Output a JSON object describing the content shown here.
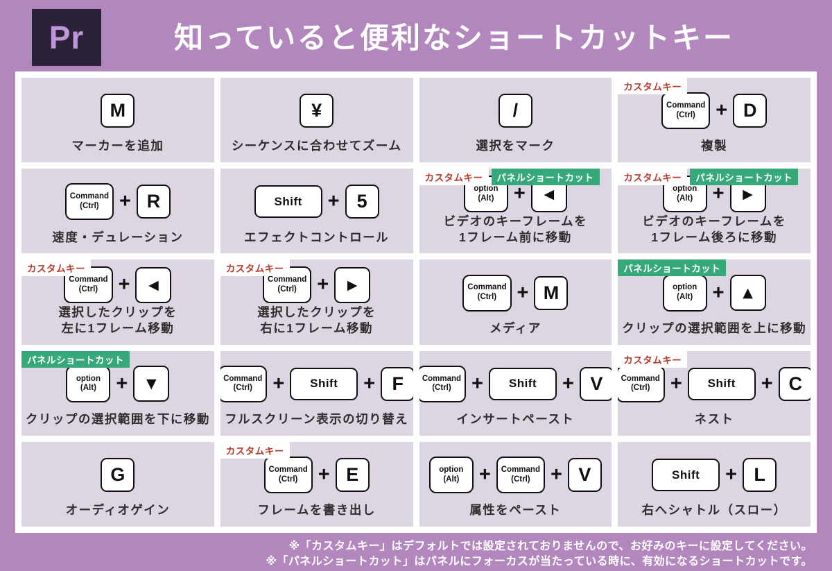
{
  "header": {
    "logo_text": "Pr",
    "title": "知っていると便利なショートカットキー"
  },
  "badges": {
    "custom": "カスタムキー",
    "panel": "パネルショートカット"
  },
  "plus": "+",
  "colors": {
    "page_background": "#b287be",
    "cell_background": "#ded5e3",
    "board_background": "#ffffff",
    "custom_badge_text": "#b5392c",
    "panel_badge_background": "#36a87a",
    "logo_background": "#2b2139",
    "logo_text": "#bd96d6"
  },
  "cells": [
    {
      "badges": [],
      "keys": [
        {
          "kind": "char",
          "text": "M"
        }
      ],
      "label": "マーカーを追加"
    },
    {
      "badges": [],
      "keys": [
        {
          "kind": "char",
          "text": "¥"
        }
      ],
      "label": "シーケンスに合わせてズーム"
    },
    {
      "badges": [],
      "keys": [
        {
          "kind": "char",
          "text": "/"
        }
      ],
      "label": "選択をマーク"
    },
    {
      "badges": [
        "custom"
      ],
      "keys": [
        {
          "kind": "mod",
          "text": "Command\n(Ctrl)"
        },
        {
          "kind": "char",
          "text": "D"
        }
      ],
      "label": "複製"
    },
    {
      "badges": [],
      "keys": [
        {
          "kind": "mod",
          "text": "Command\n(Ctrl)"
        },
        {
          "kind": "char",
          "text": "R"
        }
      ],
      "label": "速度・デュレーション"
    },
    {
      "badges": [],
      "keys": [
        {
          "kind": "wide",
          "text": "Shift"
        },
        {
          "kind": "char",
          "text": "5"
        }
      ],
      "label": "エフェクトコントロール"
    },
    {
      "badges": [
        "custom",
        "panel"
      ],
      "keys": [
        {
          "kind": "mod",
          "text": "option\n(Alt)"
        },
        {
          "kind": "arrow",
          "text": "◀"
        }
      ],
      "label": "ビデオのキーフレームを\n1フレーム前に移動"
    },
    {
      "badges": [
        "custom",
        "panel"
      ],
      "keys": [
        {
          "kind": "mod",
          "text": "option\n(Alt)"
        },
        {
          "kind": "arrow",
          "text": "▶"
        }
      ],
      "label": "ビデオのキーフレームを\n1フレーム後ろに移動"
    },
    {
      "badges": [
        "custom"
      ],
      "keys": [
        {
          "kind": "mod",
          "text": "Command\n(Ctrl)"
        },
        {
          "kind": "arrow",
          "text": "◀"
        }
      ],
      "label": "選択したクリップを\n左に1フレーム移動"
    },
    {
      "badges": [
        "custom"
      ],
      "keys": [
        {
          "kind": "mod",
          "text": "Command\n(Ctrl)"
        },
        {
          "kind": "arrow",
          "text": "▶"
        }
      ],
      "label": "選択したクリップを\n右に1フレーム移動"
    },
    {
      "badges": [],
      "keys": [
        {
          "kind": "mod",
          "text": "Command\n(Ctrl)"
        },
        {
          "kind": "char",
          "text": "M"
        }
      ],
      "label": "メディア"
    },
    {
      "badges": [
        "panel"
      ],
      "keys": [
        {
          "kind": "mod",
          "text": "option\n(Alt)"
        },
        {
          "kind": "arrow",
          "text": "▲"
        }
      ],
      "label": "クリップの選択範囲を上に移動"
    },
    {
      "badges": [
        "panel"
      ],
      "keys": [
        {
          "kind": "mod",
          "text": "option\n(Alt)"
        },
        {
          "kind": "arrow",
          "text": "▼"
        }
      ],
      "label": "クリップの選択範囲を下に移動"
    },
    {
      "badges": [],
      "keys": [
        {
          "kind": "mod",
          "text": "Command\n(Ctrl)"
        },
        {
          "kind": "wide",
          "text": "Shift"
        },
        {
          "kind": "char",
          "text": "F"
        }
      ],
      "label": "フルスクリーン表示の切り替え"
    },
    {
      "badges": [],
      "keys": [
        {
          "kind": "mod",
          "text": "Command\n(Ctrl)"
        },
        {
          "kind": "wide",
          "text": "Shift"
        },
        {
          "kind": "char",
          "text": "V"
        }
      ],
      "label": "インサートペースト"
    },
    {
      "badges": [
        "custom"
      ],
      "keys": [
        {
          "kind": "mod",
          "text": "Command\n(Ctrl)"
        },
        {
          "kind": "wide",
          "text": "Shift"
        },
        {
          "kind": "char",
          "text": "C"
        }
      ],
      "label": "ネスト"
    },
    {
      "badges": [],
      "keys": [
        {
          "kind": "char",
          "text": "G"
        }
      ],
      "label": "オーディオゲイン"
    },
    {
      "badges": [
        "custom"
      ],
      "keys": [
        {
          "kind": "mod",
          "text": "Command\n(Ctrl)"
        },
        {
          "kind": "char",
          "text": "E"
        }
      ],
      "label": "フレームを書き出し"
    },
    {
      "badges": [],
      "keys": [
        {
          "kind": "mod",
          "text": "option\n(Alt)"
        },
        {
          "kind": "mod",
          "text": "Command\n(Ctrl)"
        },
        {
          "kind": "char",
          "text": "V"
        }
      ],
      "label": "属性をペースト"
    },
    {
      "badges": [],
      "keys": [
        {
          "kind": "wide",
          "text": "Shift"
        },
        {
          "kind": "char",
          "text": "L"
        }
      ],
      "label": "右へシャトル（スロー）"
    }
  ],
  "footer": {
    "line1": "※「カスタムキー」はデフォルトでは設定されておりませんので、お好みのキーに設定してください。",
    "line2": "※「パネルショートカット」はパネルにフォーカスが当たっている時に、有効になるショートカットです。"
  }
}
